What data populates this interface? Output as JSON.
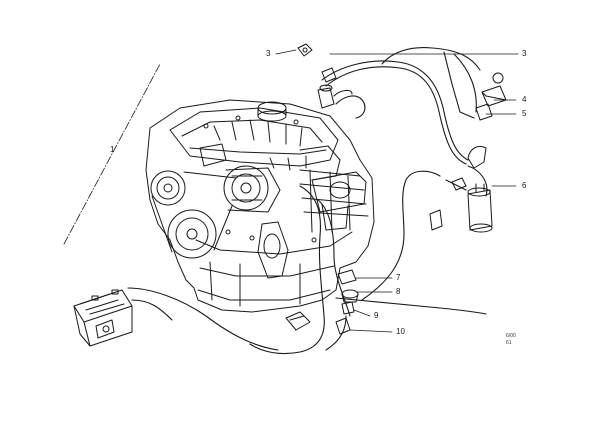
{
  "callouts": {
    "c1": "1",
    "c3a": "3",
    "c3b": "3",
    "c4": "4",
    "c5": "5",
    "c6": "6",
    "c7": "7",
    "c8": "8",
    "c9": "9",
    "c10": "10"
  },
  "drawing_code": {
    "line1": "6/00",
    "line2": "61"
  }
}
